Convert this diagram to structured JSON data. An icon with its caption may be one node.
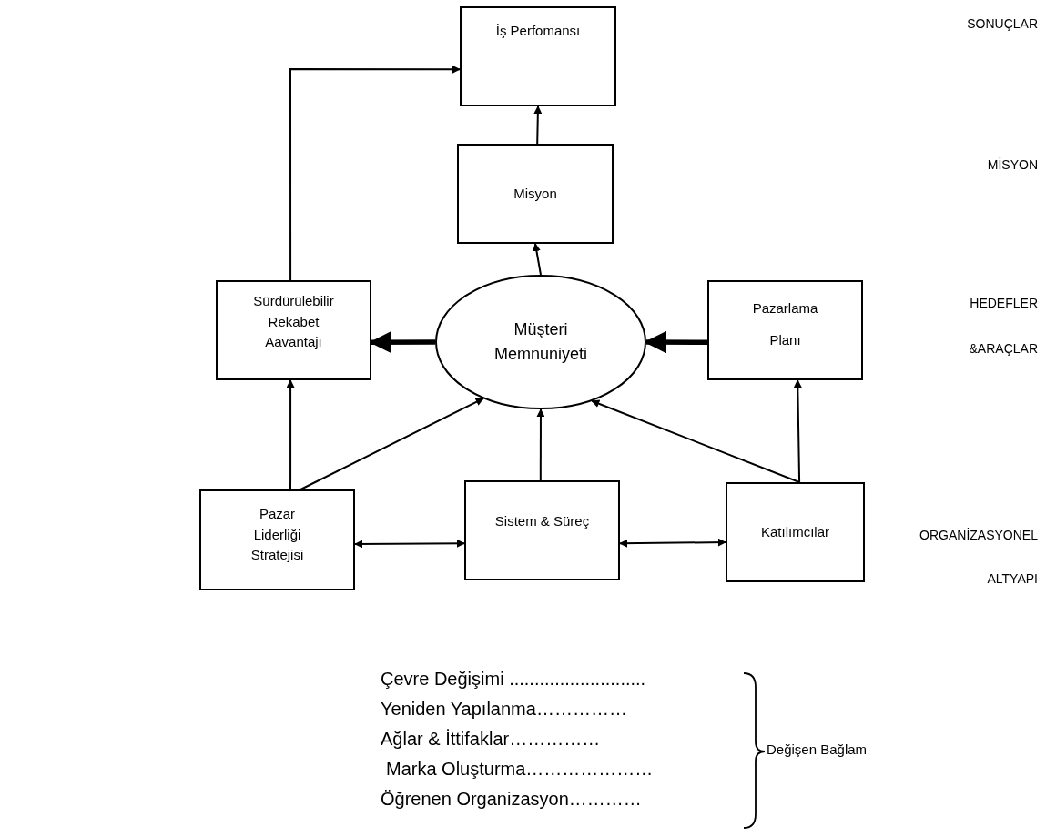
{
  "diagram": {
    "nodes": [
      {
        "text": [
          "İş Perfomansı"
        ]
      },
      {
        "text": [
          "Misyon"
        ]
      },
      {
        "text": [
          "Sürdürülebilir Rekabet Aavantajı"
        ]
      },
      {
        "text": [
          "Müşteri Memnuniyeti"
        ]
      },
      {
        "text": [
          "Pazarlama Planı"
        ]
      },
      {
        "text": [
          "Pazar Liderliği Stratejisi"
        ]
      },
      {
        "text": [
          "Sistem & Süreç"
        ]
      },
      {
        "text": [
          "Katılımcılar"
        ]
      }
    ],
    "edges": [
      {
        "from": 1,
        "to": 0,
        "arrow": "to"
      },
      {
        "from": 2,
        "to": 0,
        "arrow": "to"
      },
      {
        "from": 3,
        "to": 1,
        "arrow": "to"
      },
      {
        "from": 3,
        "to": 2,
        "arrow": "to",
        "style": "thick"
      },
      {
        "from": 4,
        "to": 3,
        "arrow": "to",
        "style": "thick"
      },
      {
        "from": 5,
        "to": 2,
        "arrow": "to"
      },
      {
        "from": 5,
        "to": 3,
        "arrow": "to"
      },
      {
        "from": 6,
        "to": 3,
        "arrow": "to"
      },
      {
        "from": 7,
        "to": 3,
        "arrow": "to"
      },
      {
        "from": 7,
        "to": 4,
        "arrow": "to"
      },
      {
        "from": 5,
        "to": 6,
        "arrow": "both"
      },
      {
        "from": 6,
        "to": 7,
        "arrow": "both"
      }
    ],
    "labels": [
      "SONUÇLAR",
      "MİSYON",
      "HEDEFLER",
      "&ARAÇLAR",
      "ORGANİZASYONEL",
      "ALTYAPI",
      "Çevre Değişimi ...........................",
      "Yeniden Yapılanma……………",
      "Ağlar & İttifaklar……………",
      "Marka Oluşturma…………………",
      "Öğrenen Organizasyon…………",
      "Değişen Bağlam"
    ]
  }
}
